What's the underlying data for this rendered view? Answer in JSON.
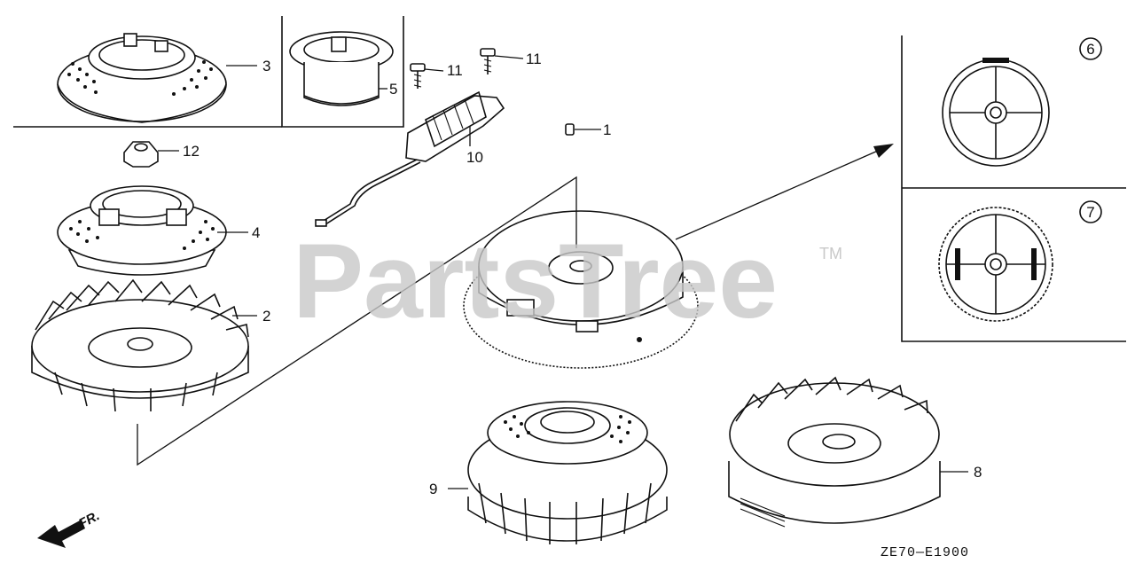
{
  "diagram": {
    "watermark": {
      "text": "PartsTree",
      "trademark": "TM"
    },
    "drawing_code": "ZE70—E1900",
    "orientation_label": "FR.",
    "parts": [
      {
        "id": "1",
        "label": "1"
      },
      {
        "id": "2",
        "label": "2"
      },
      {
        "id": "3",
        "label": "3"
      },
      {
        "id": "4",
        "label": "4"
      },
      {
        "id": "5",
        "label": "5"
      },
      {
        "id": "8",
        "label": "8"
      },
      {
        "id": "9",
        "label": "9"
      },
      {
        "id": "10",
        "label": "10"
      },
      {
        "id": "11a",
        "label": "11"
      },
      {
        "id": "11b",
        "label": "11"
      },
      {
        "id": "12",
        "label": "12"
      }
    ],
    "circled_parts": [
      {
        "id": "6",
        "label": "6"
      },
      {
        "id": "7",
        "label": "7"
      }
    ]
  },
  "colors": {
    "ink": "#111111",
    "watermark": "#c9c9c9",
    "background": "#ffffff"
  }
}
